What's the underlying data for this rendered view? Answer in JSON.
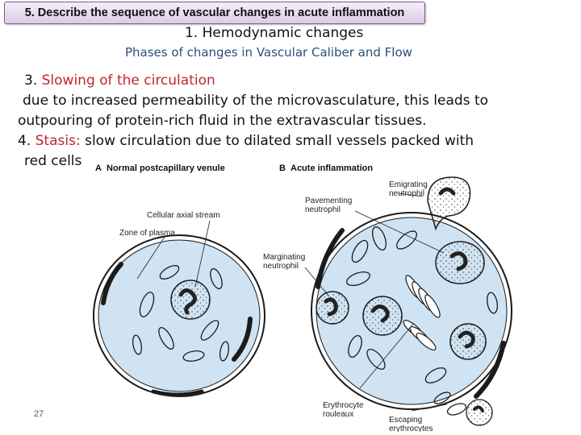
{
  "slide": {
    "title": "5. Describe the sequence of vascular changes in acute inflammation",
    "subtitle": "1. Hemodynamic  changes",
    "phases_line": "Phases of changes in Vascular Caliber and Flow",
    "point3": {
      "number": "3.",
      "term": "Slowing of the circulation",
      "line1": "due to increased permeability of the microvasculature, this leads to",
      "line2": "outpouring of protein-rich fluid in the extravascular tissues."
    },
    "point4": {
      "number": "4.",
      "term": "Stasis:",
      "rest": " slow circulation due to dilated small vessels packed with",
      "line2": "red cells"
    },
    "page_number": "27"
  },
  "figure": {
    "panel_a_label": "A",
    "panel_a_title": "Normal postcapillary venule",
    "panel_b_label": "B",
    "panel_b_title": "Acute inflammation",
    "labels": {
      "cellular_axial_stream": "Cellular axial stream",
      "zone_of_plasma": "Zone of plasma",
      "emigrating_1": "Emigrating",
      "emigrating_2": "neutrophil",
      "pavementing_1": "Pavementing",
      "pavementing_2": "neutrophil",
      "marginating_1": "Marginating",
      "marginating_2": "neutrophil",
      "erythrocyte_1": "Erythrocyte",
      "erythrocyte_2": "rouleaux",
      "escaping_1": "Escaping",
      "escaping_2": "erythrocytes"
    },
    "colors": {
      "vessel_fill": "#cfe3f2",
      "outline": "#1b1b1b",
      "nucleus": "#222222"
    }
  }
}
